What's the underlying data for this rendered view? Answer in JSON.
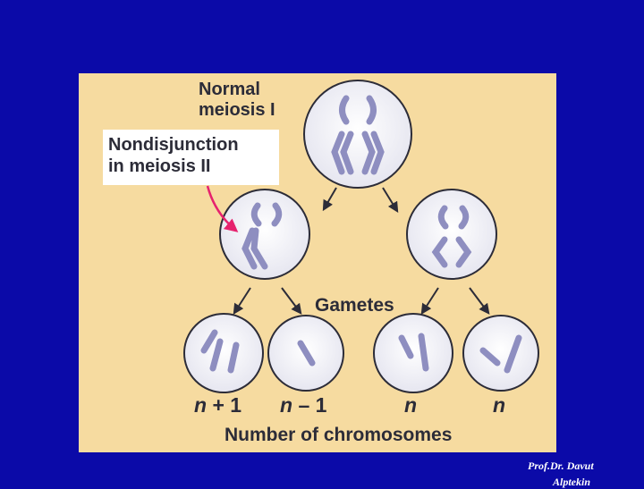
{
  "labels": {
    "normal_line1": "Normal",
    "normal_line2": "meiosis I",
    "nondisjunction_line1": "Nondisjunction",
    "nondisjunction_line2": "in meiosis II",
    "gametes": "Gametes",
    "number_of_chromosomes": "Number of chromosomes"
  },
  "gamete_counts": [
    {
      "n": "n",
      "op": " + 1"
    },
    {
      "n": "n",
      "op": " – 1"
    },
    {
      "n": "n",
      "op": ""
    },
    {
      "n": "n",
      "op": ""
    }
  ],
  "credit_line1": "Prof.Dr. Davut",
  "credit_line2": "Alptekin",
  "colors": {
    "background": "#0b0aa8",
    "panel": "#f6dba0",
    "cell_fill": "#f4f2f8",
    "chromosome": "#8e8ec0",
    "pointer_arrow": "#e6226e"
  }
}
